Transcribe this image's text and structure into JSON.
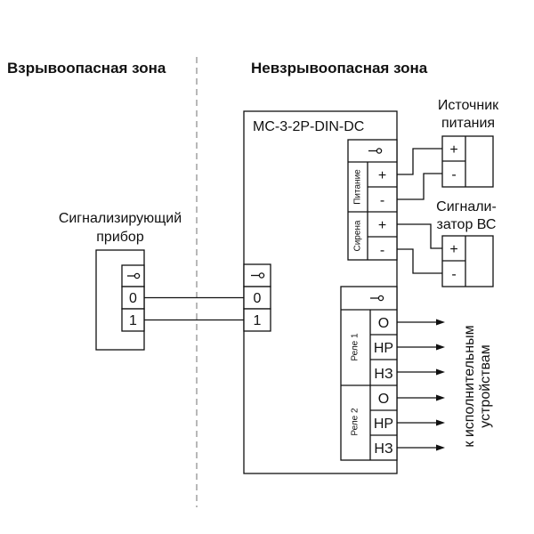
{
  "zones": {
    "hazardous": "Взрывоопасная зона",
    "safe": "Невзрывоопасная зона"
  },
  "signal_device": {
    "title_line1": "Сигнализирующий",
    "title_line2": "прибор",
    "terminals": [
      "0",
      "1"
    ]
  },
  "module": {
    "name": "МС-3-2Р-DIN-DC",
    "input_terminals": [
      "0",
      "1"
    ],
    "power_group_label": "Питание",
    "siren_group_label": "Сирена",
    "plus": "+",
    "minus": "-",
    "relay1_label": "Реле 1",
    "relay2_label": "Реле 2",
    "relay_contacts": [
      "О",
      "НР",
      "НЗ"
    ]
  },
  "power_source": {
    "title_line1": "Источник",
    "title_line2": "питания",
    "plus": "+",
    "minus": "-"
  },
  "siren": {
    "title_line1": "Сигнали-",
    "title_line2": "затор ВС",
    "plus": "+",
    "minus": "-"
  },
  "outputs": {
    "line1": "к исполнительным",
    "line2": "устройствам"
  }
}
